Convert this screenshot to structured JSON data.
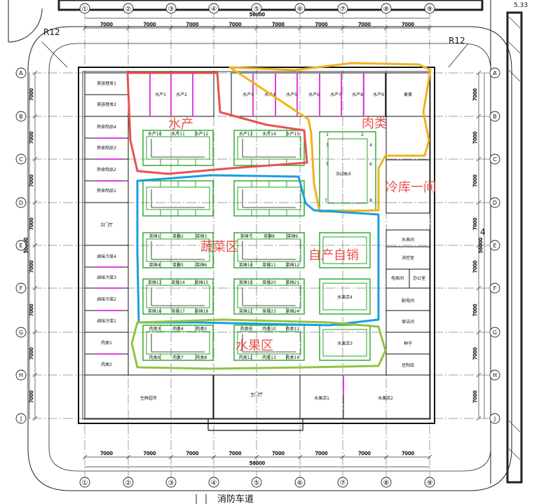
{
  "grid": {
    "columns": [
      "①",
      "②",
      "③",
      "④",
      "⑤",
      "⑥",
      "⑦",
      "⑧",
      "⑨"
    ],
    "rows": [
      "A",
      "B",
      "C",
      "D",
      "E",
      "F",
      "G",
      "H",
      "J"
    ],
    "column_spacing": "7000",
    "total_width": "56000",
    "row_spacing": "7000",
    "total_height": "56000",
    "corner_radius": "R12",
    "top_right_note": "5.33",
    "side_dim": "4"
  },
  "rooms": {
    "beauty1": "美容理发1",
    "beauty2": "美容理发2",
    "deli4": "熟食制品4",
    "deli3": "熟食制品3",
    "deli2": "熟食制品2",
    "deli1": "熟食制品1",
    "secondary_hall": "次门厅",
    "braised4": "卤味冷菜4",
    "braised3": "卤味冷菜3",
    "braised2": "卤味冷菜2",
    "braised1": "卤味冷菜1",
    "meat1": "肉类1",
    "meat2": "肉类2",
    "supermarket": "生鲜超市",
    "main_hall": "主门厅",
    "fruit1": "水果店1",
    "fruit2": "水果店2",
    "fruit3": "水果店3",
    "fruit4": "水果店4",
    "poultry": "禽蛋",
    "mobile": "流动摊点",
    "water_meter": "水表间",
    "fire_control": "消控室",
    "elec_meter": "电表间",
    "office": "办公室",
    "power": "配电间",
    "cleaning": "保洁间",
    "seeds": "种子",
    "tofu": "豆制品",
    "aquatic": [
      "水产1",
      "水产2",
      "水产3",
      "水产4",
      "水产5",
      "水产6",
      "水产7",
      "水产8",
      "水产9"
    ],
    "aquatic_stalls": [
      "水产10",
      "水产11",
      "水产12",
      "水产13",
      "水产14",
      "水产15"
    ],
    "veg_stalls": [
      "菜摊1",
      "菜摊2",
      "菜摊3",
      "菜摊4",
      "菜摊5",
      "菜摊6",
      "菜摊7",
      "菜摊8",
      "菜摊9",
      "菜摊10",
      "菜摊11",
      "菜摊12",
      "菜摊13",
      "菜摊14",
      "菜摊15",
      "菜摊16",
      "菜摊17",
      "菜摊18",
      "菜摊19",
      "菜摊20",
      "菜摊21",
      "菜摊22",
      "菜摊23",
      "菜摊24"
    ],
    "meat_stalls": [
      "肉类3",
      "肉类4",
      "肉类5",
      "肉类6",
      "肉类7",
      "肉类8",
      "肉类9",
      "肉类10",
      "肉类11",
      "肉类12",
      "肉类13",
      "肉类14"
    ],
    "mobile_nums": [
      "1",
      "2",
      "3",
      "4",
      "5",
      "6",
      "7",
      "8"
    ]
  },
  "zones": {
    "aquatic": "水产",
    "meat": "肉类",
    "cold_storage": "冷库一间",
    "vegetable": "蔬菜区",
    "self_sale": "自产自销",
    "fruit": "水果区"
  },
  "road": "消防车道",
  "colors": {
    "aquatic": "#e8524f",
    "meat": "#f2b21b",
    "vegetable": "#1a9ee0",
    "fruit": "#8cc63f",
    "stall": "#26a626",
    "partition": "#e23fe0"
  }
}
